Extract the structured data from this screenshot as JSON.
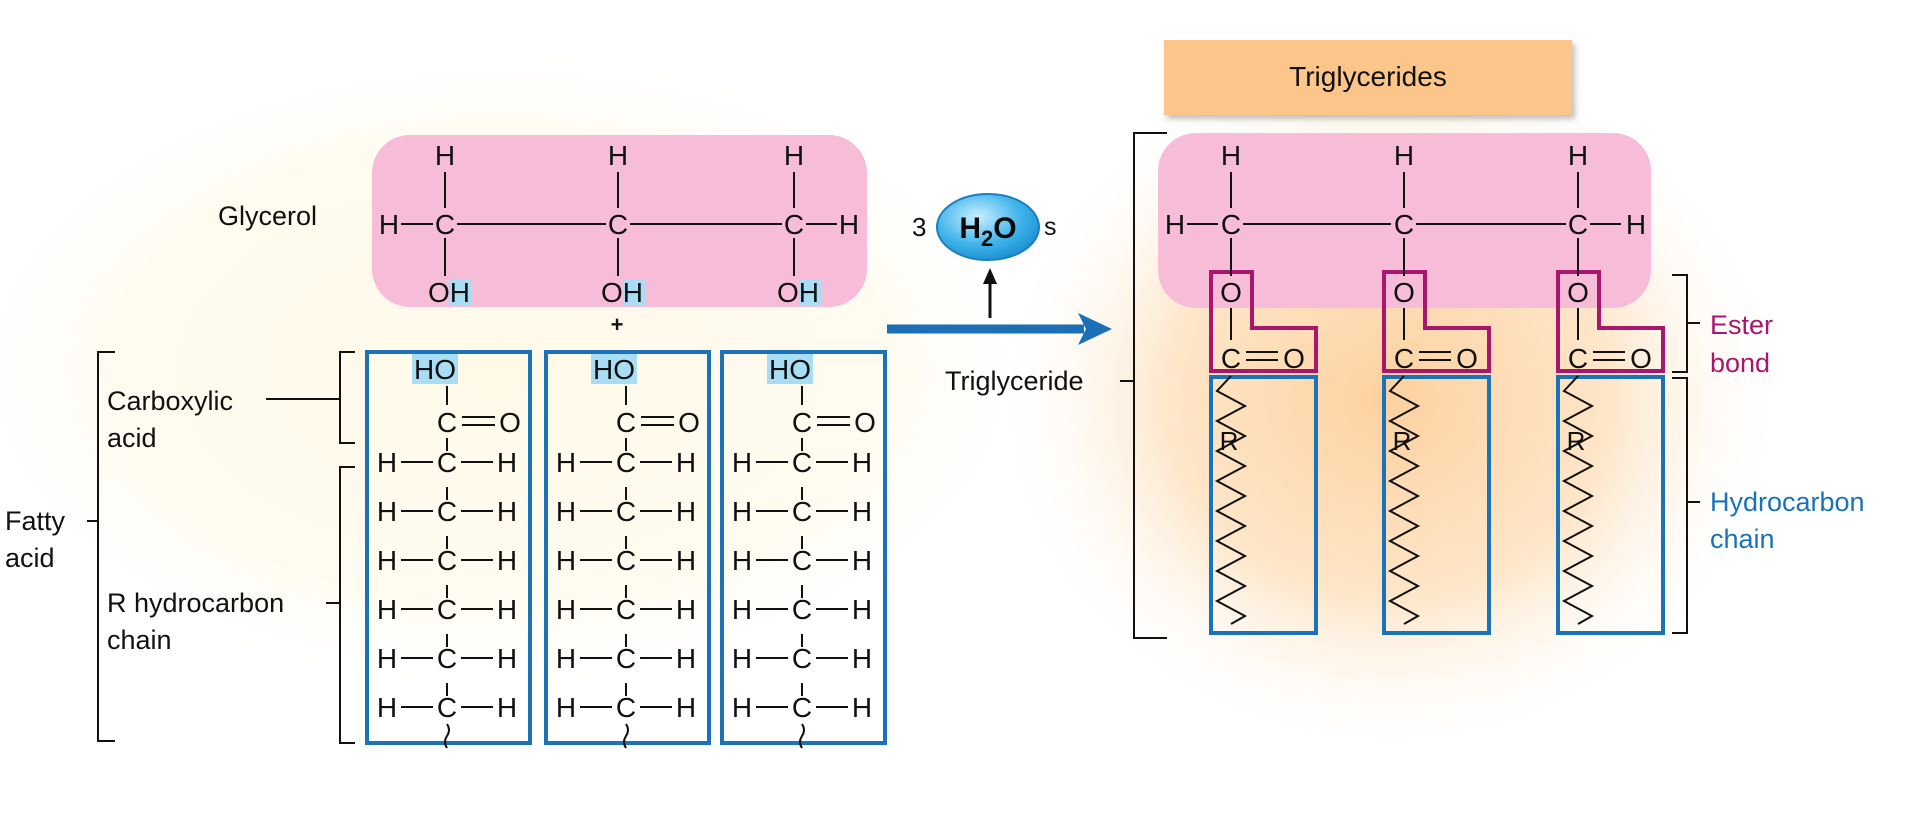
{
  "colors": {
    "glycerol_fill": "#f7bcd7",
    "fatty_acid_box": "#1a73b8",
    "highlight_blue": "#a9ddf3",
    "ester_outline": "#a8176d",
    "title_banner": "#fcc589",
    "arrow_blue": "#1a6fb5",
    "hydrocarbon_label": "#1a73b8",
    "ester_label": "#a8176d",
    "glow": "#fdd5a6"
  },
  "atoms": {
    "h": "H",
    "c": "C",
    "o": "O",
    "r": "R",
    "oh": "OH",
    "ho": "HO"
  },
  "glycerol_label": "Glycerol",
  "plus_sign": "+",
  "water": {
    "coefficient": "3",
    "h": "H",
    "subscript": "2",
    "o": "O",
    "suffix": "s"
  },
  "fatty_acid_labels": {
    "carboxylic_line1": "Carboxylic",
    "carboxylic_line2": "acid",
    "fatty_line1": "Fatty",
    "fatty_line2": "acid",
    "r_chain_line1": "R hydrocarbon",
    "r_chain_line2": "chain"
  },
  "product": {
    "title": "Triglycerides",
    "triglyceride_label": "Triglyceride",
    "ester_line1": "Ester",
    "ester_line2": "bond",
    "hydrocarbon_line1": "Hydrocarbon",
    "hydrocarbon_line2": "chain"
  }
}
